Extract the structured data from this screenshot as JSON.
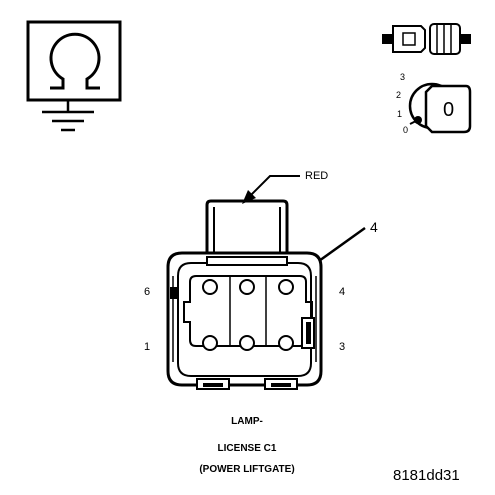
{
  "symbols": {
    "ohmmeter": {
      "icon": "ohm-ground-icon"
    },
    "connector_unplugged": {
      "icon": "disconnected-connector-icon"
    },
    "ignition_switch": {
      "icon": "ignition-key-icon",
      "positions": [
        "3",
        "2",
        "1",
        "0"
      ],
      "key_label": "0"
    }
  },
  "connector": {
    "wire_color": "RED",
    "callout_pin": "4",
    "pin_labels": {
      "top_left": "6",
      "top_right": "4",
      "bottom_left": "1",
      "bottom_right": "3"
    },
    "caption": [
      "LAMP-",
      "LICENSE C1",
      "(POWER LIFTGATE)"
    ]
  },
  "figure_id": "8181dd31"
}
